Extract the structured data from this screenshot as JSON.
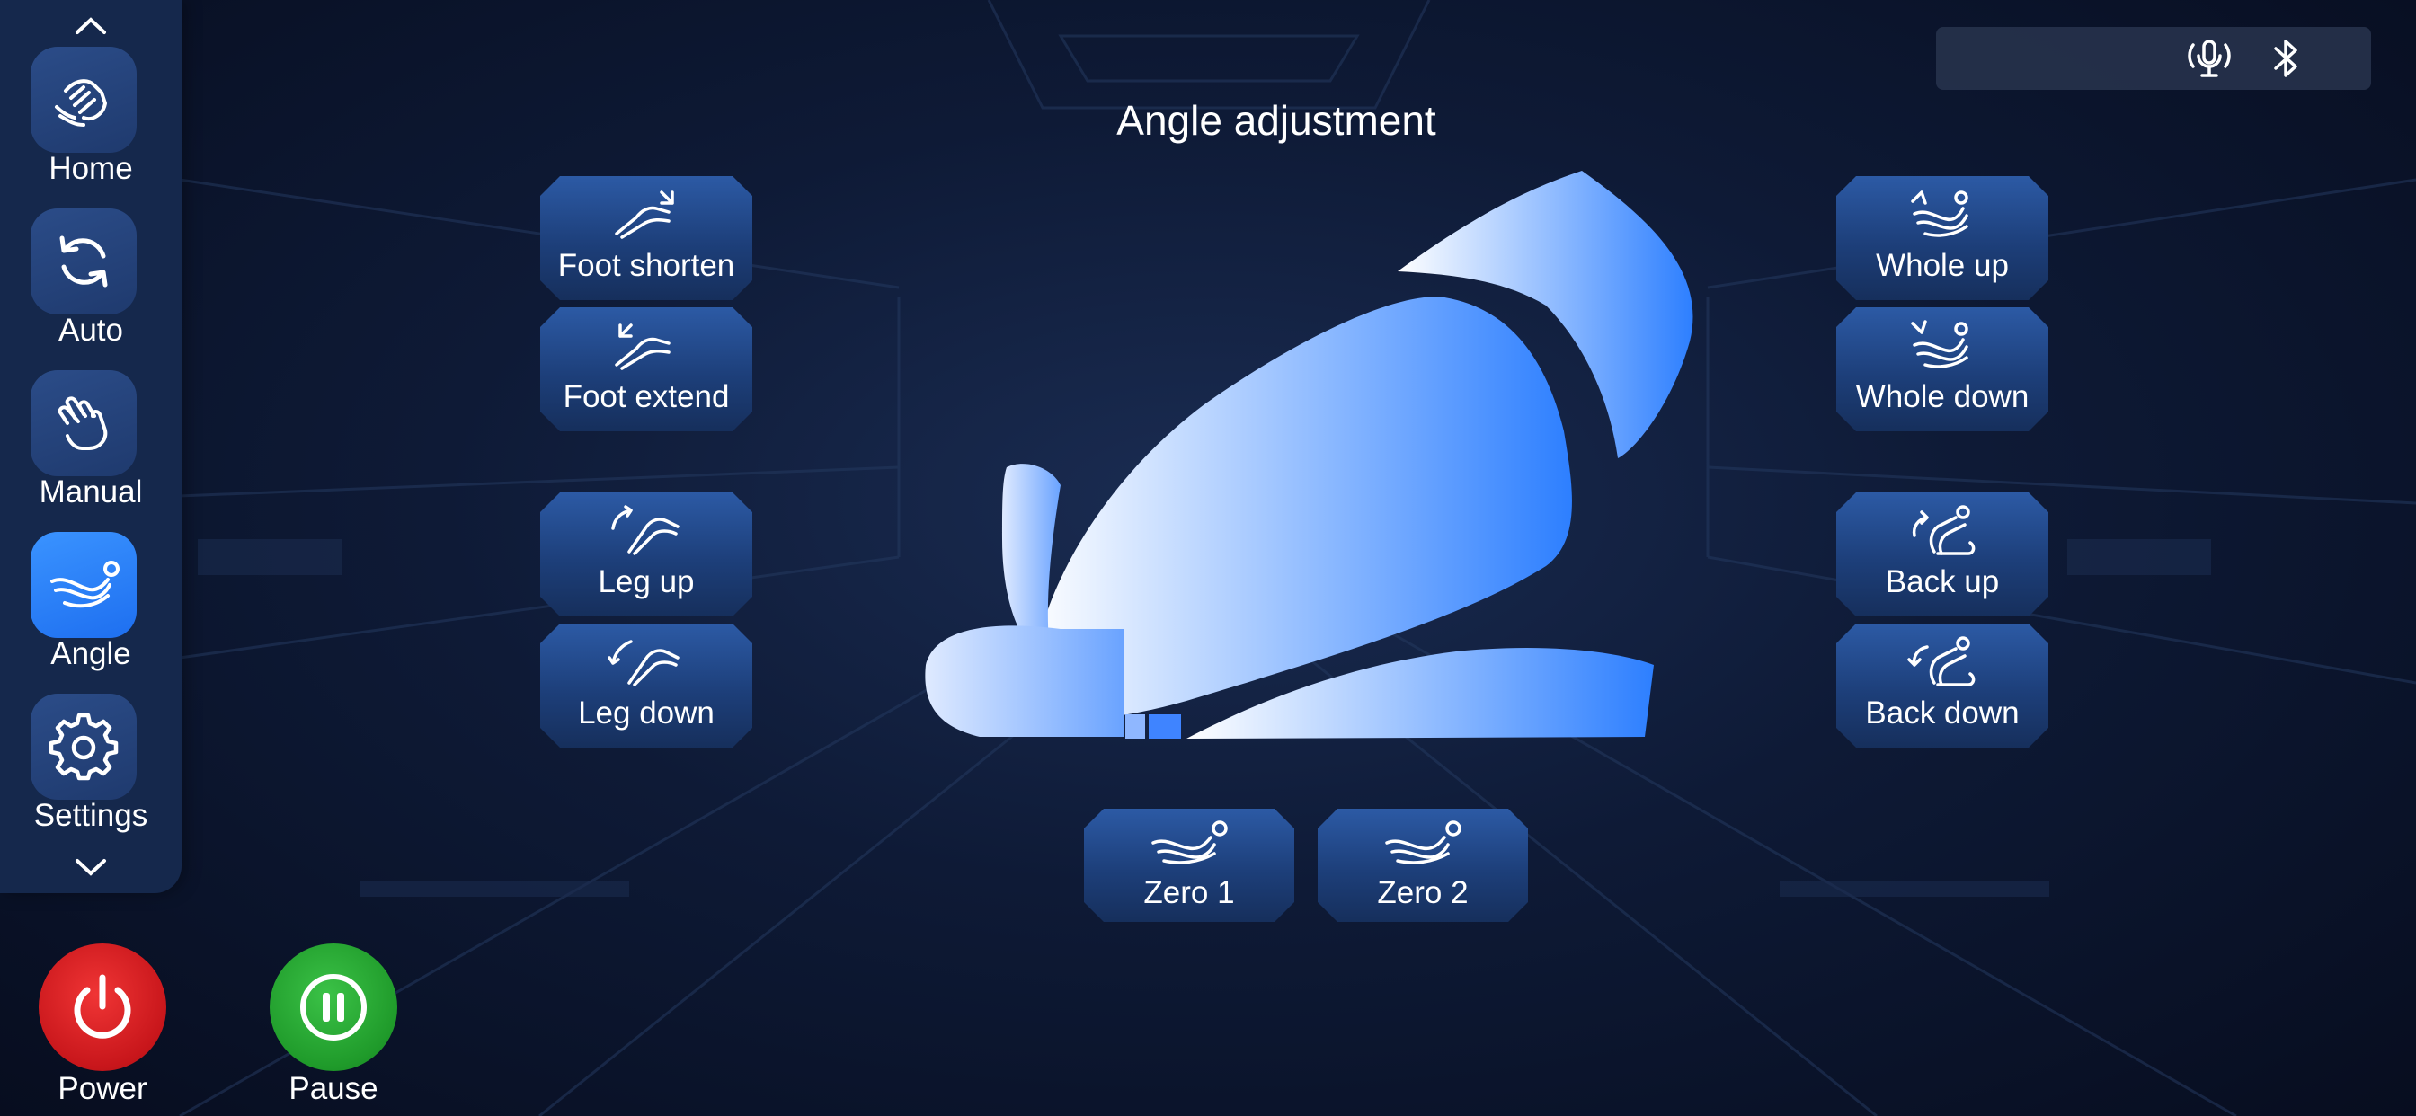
{
  "page": {
    "title": "Angle adjustment"
  },
  "sidebar": {
    "items": [
      {
        "label": "Home",
        "icon": "hand-massage-icon",
        "active": false
      },
      {
        "label": "Auto",
        "icon": "refresh-cycle-icon",
        "active": false
      },
      {
        "label": "Manual",
        "icon": "hand-tap-icon",
        "active": false
      },
      {
        "label": "Angle",
        "icon": "recline-chair-icon",
        "active": true
      },
      {
        "label": "Settings",
        "icon": "gear-icon",
        "active": false
      }
    ]
  },
  "footer": {
    "power_label": "Power",
    "pause_label": "Pause"
  },
  "status": {
    "icons": [
      "voice-icon",
      "bluetooth-icon"
    ]
  },
  "controls": {
    "left": [
      {
        "label": "Foot shorten",
        "icon": "foot-shorten-icon"
      },
      {
        "label": "Foot extend",
        "icon": "foot-extend-icon"
      },
      {
        "label": "Leg up",
        "icon": "leg-up-icon"
      },
      {
        "label": "Leg down",
        "icon": "leg-down-icon"
      }
    ],
    "right": [
      {
        "label": "Whole up",
        "icon": "whole-up-icon"
      },
      {
        "label": "Whole down",
        "icon": "whole-down-icon"
      },
      {
        "label": "Back up",
        "icon": "back-up-icon"
      },
      {
        "label": "Back down",
        "icon": "back-down-icon"
      }
    ],
    "bottom": [
      {
        "label": "Zero 1",
        "icon": "zero-gravity-icon"
      },
      {
        "label": "Zero 2",
        "icon": "zero-gravity-icon"
      }
    ]
  },
  "colors": {
    "accent": "#2f86ff",
    "sidebar": "#15284c",
    "power": "#d81e22",
    "pause": "#22a02e"
  }
}
